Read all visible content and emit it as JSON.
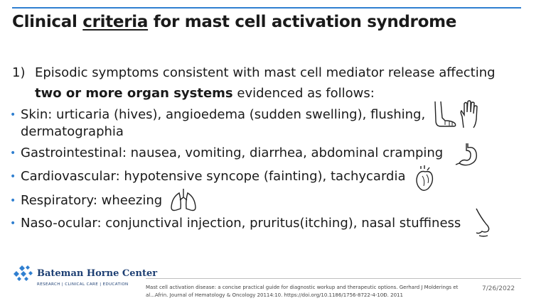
{
  "slide": {
    "title_pre": "Clinical ",
    "title_underlined": "criteria",
    "title_post": " for mast cell activation syndrome",
    "point_number": "1)",
    "point_line1": "Episodic symptoms consistent with mast cell mediator release affecting",
    "point_bold": "two or more organ systems",
    "point_rest": " evidenced as follows:",
    "bullets": [
      {
        "text": "Skin: urticaria (hives), angioedema (sudden swelling), flushing,",
        "text2": "dermatographia",
        "icons": [
          "foot-icon",
          "hand-icon"
        ]
      },
      {
        "text": "Gastrointestinal: nausea, vomiting, diarrhea, abdominal cramping",
        "icons": [
          "stomach-icon"
        ]
      },
      {
        "text": "Cardiovascular: hypotensive syncope (fainting), tachycardia",
        "icons": [
          "heart-icon"
        ]
      },
      {
        "text": "Respiratory: wheezing",
        "icons": [
          "lungs-icon"
        ]
      },
      {
        "text": "Naso-ocular: conjunctival injection, pruritus(itching), nasal stuffiness",
        "icons": [
          "nose-icon"
        ]
      }
    ]
  },
  "footer": {
    "logo_name": "Bateman Horne Center",
    "logo_tagline": "RESEARCH | CLINICAL CARE | EDUCATION",
    "citation": "Mast cell activation disease: a concise practical guide for diagnostic workup and therapeutic options.  Gerhard J Molderings et al...Afrin. Journal of Hematology & Oncology 20114:10.  https://doi.org/10.1186/1756-8722-4-10Ð. 2011",
    "date": "7/26/2022"
  },
  "colors": {
    "accent": "#2f7fd0",
    "logo": "#1d3f73"
  }
}
